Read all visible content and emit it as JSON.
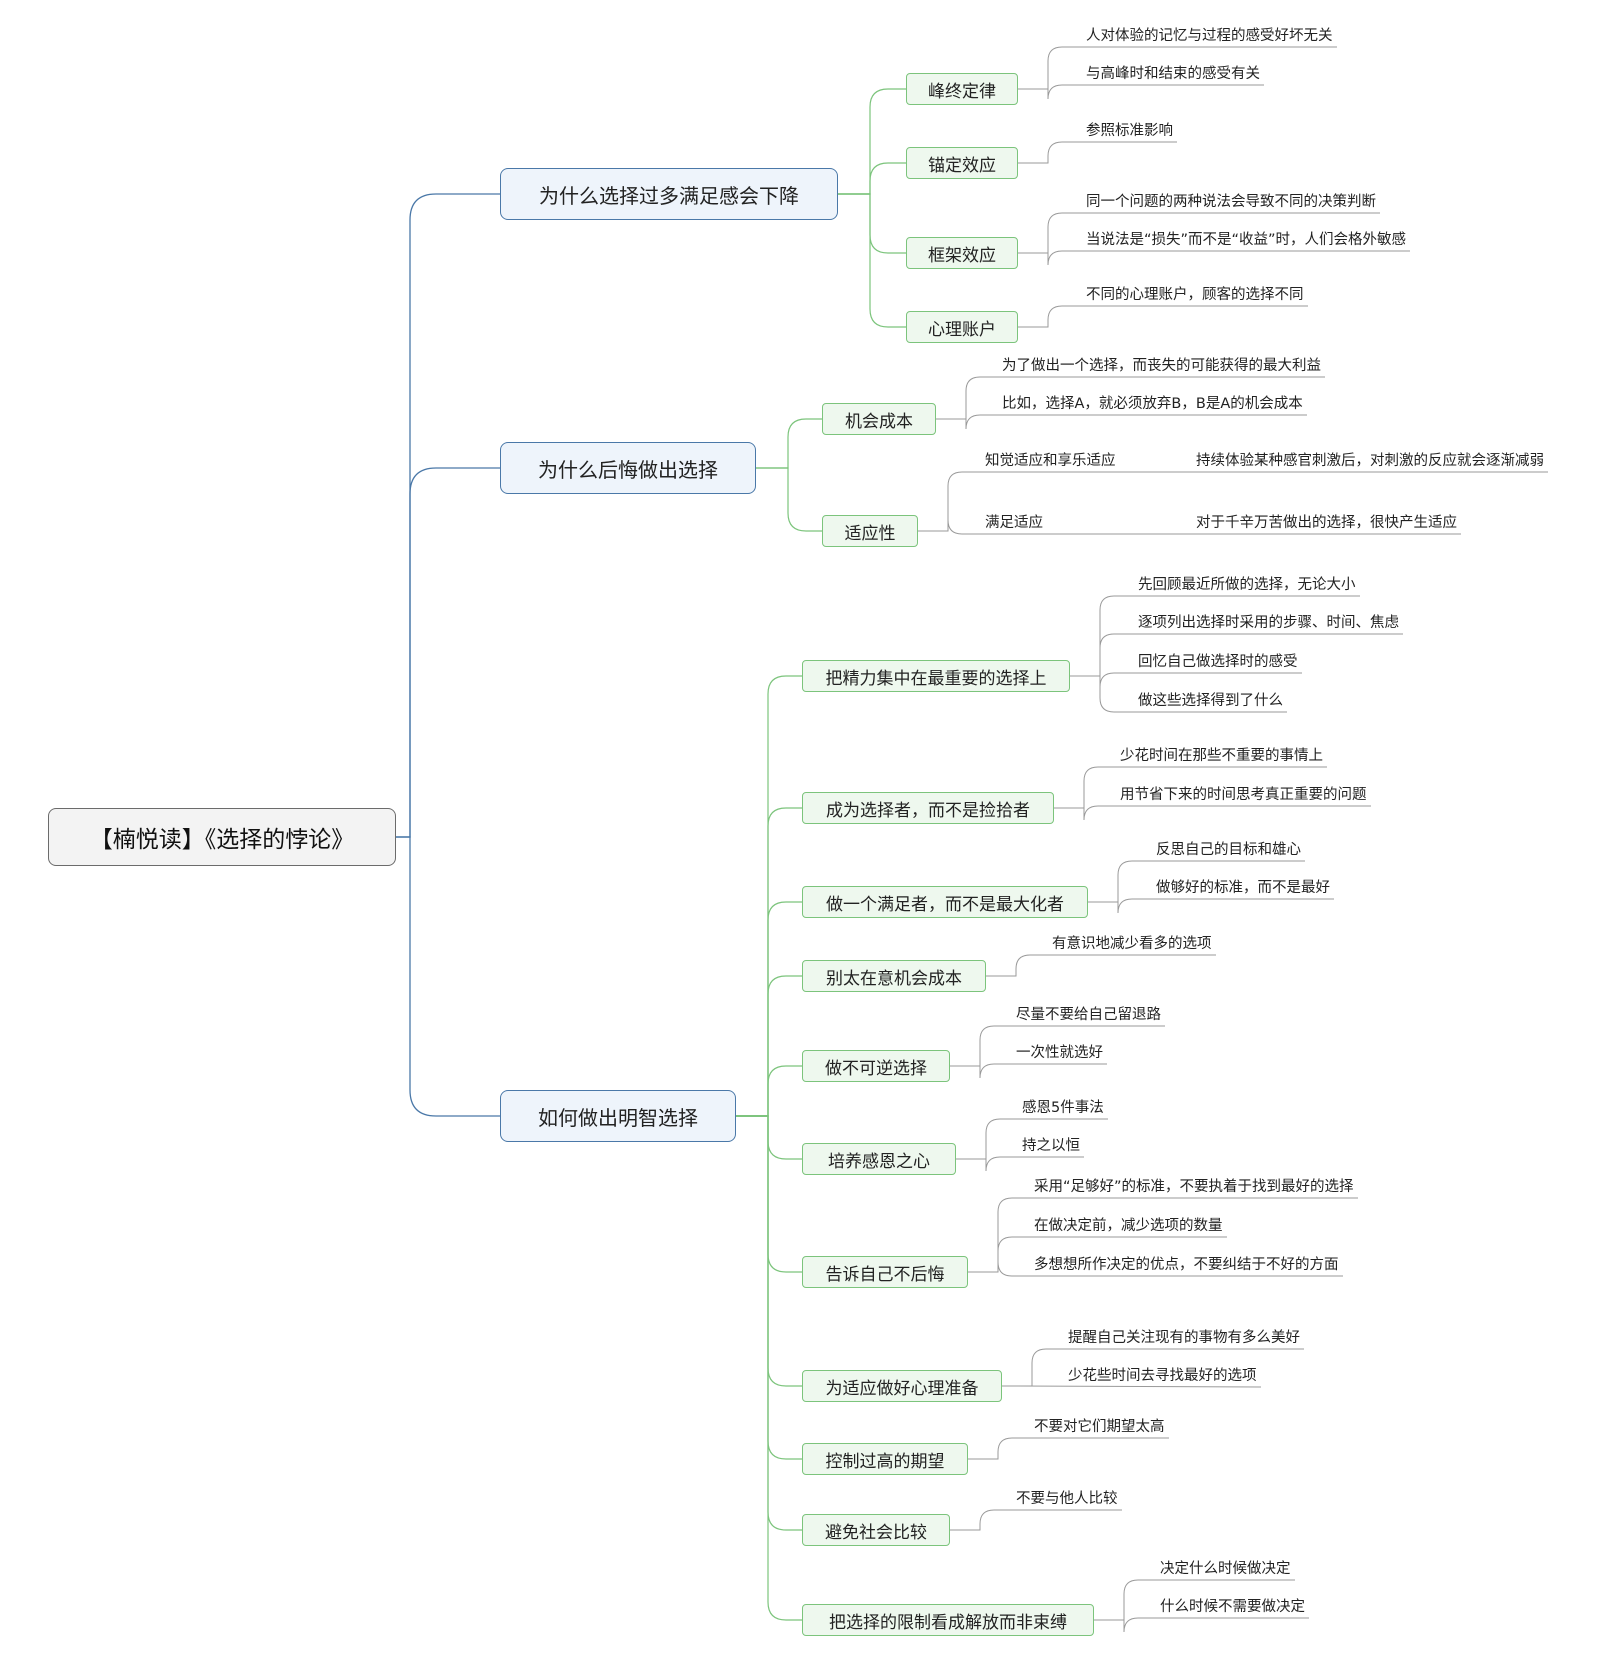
{
  "title": "【楠悦读】《选择的悖论》",
  "colors": {
    "main_line": "#4a78a8",
    "sub_line": "#7cc47c",
    "leaf_line": "#9a9a9a"
  },
  "branches": [
    {
      "label": "为什么选择过多满足感会下降",
      "children": [
        {
          "label": "峰终定律",
          "leaves": [
            "人对体验的记忆与过程的感受好坏无关",
            "与高峰时和结束的感受有关"
          ]
        },
        {
          "label": "锚定效应",
          "leaves": [
            "参照标准影响"
          ]
        },
        {
          "label": "框架效应",
          "leaves": [
            "同一个问题的两种说法会导致不同的决策判断",
            "当说法是“损失”而不是“收益”时，人们会格外敏感"
          ]
        },
        {
          "label": "心理账户",
          "leaves": [
            "不同的心理账户，顾客的选择不同"
          ]
        }
      ]
    },
    {
      "label": "为什么后悔做出选择",
      "children": [
        {
          "label": "机会成本",
          "leaves": [
            "为了做出一个选择，而丧失的可能获得的最大利益",
            "比如，选择A，就必须放弃B，B是A的机会成本"
          ]
        },
        {
          "label": "适应性",
          "leaves": [
            {
              "label": "知觉适应和享乐适应",
              "detail": "持续体验某种感官刺激后，对刺激的反应就会逐渐减弱"
            },
            {
              "label": "满足适应",
              "detail": "对于千辛万苦做出的选择，很快产生适应"
            }
          ]
        }
      ]
    },
    {
      "label": "如何做出明智选择",
      "children": [
        {
          "label": "把精力集中在最重要的选择上",
          "leaves": [
            "先回顾最近所做的选择，无论大小",
            "逐项列出选择时采用的步骤、时间、焦虑",
            "回忆自己做选择时的感受",
            "做这些选择得到了什么"
          ]
        },
        {
          "label": "成为选择者，而不是捡拾者",
          "leaves": [
            "少花时间在那些不重要的事情上",
            "用节省下来的时间思考真正重要的问题"
          ]
        },
        {
          "label": "做一个满足者，而不是最大化者",
          "leaves": [
            "反思自己的目标和雄心",
            "做够好的标准，而不是最好"
          ]
        },
        {
          "label": "别太在意机会成本",
          "leaves": [
            "有意识地减少看多的选项"
          ]
        },
        {
          "label": "做不可逆选择",
          "leaves": [
            "尽量不要给自己留退路",
            "一次性就选好"
          ]
        },
        {
          "label": "培养感恩之心",
          "leaves": [
            "感恩5件事法",
            "持之以恒"
          ]
        },
        {
          "label": "告诉自己不后悔",
          "leaves": [
            "采用“足够好”的标准，不要执着于找到最好的选择",
            "在做决定前，减少选项的数量",
            "多想想所作决定的优点，不要纠结于不好的方面"
          ]
        },
        {
          "label": "为适应做好心理准备",
          "leaves": [
            "提醒自己关注现有的事物有多么美好",
            "少花些时间去寻找最好的选项"
          ]
        },
        {
          "label": "控制过高的期望",
          "leaves": [
            "不要对它们期望太高"
          ]
        },
        {
          "label": "避免社会比较",
          "leaves": [
            "不要与他人比较"
          ]
        },
        {
          "label": "把选择的限制看成解放而非束缚",
          "leaves": [
            "决定什么时候做决定",
            "什么时候不需要做决定"
          ]
        }
      ]
    }
  ]
}
